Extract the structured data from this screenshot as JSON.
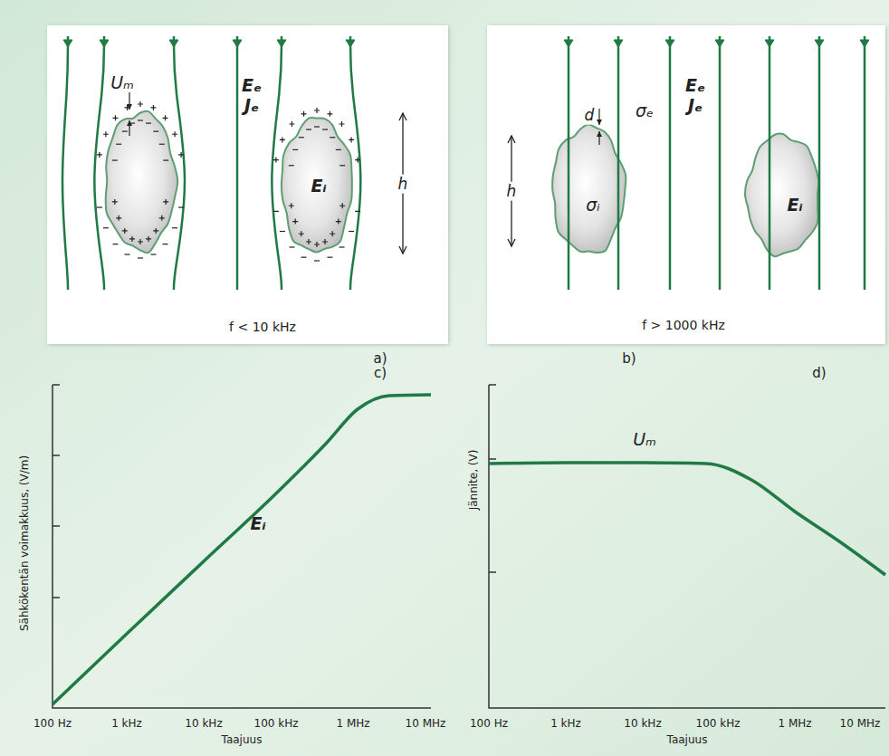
{
  "diagram": {
    "labels": [
      "Uₘ",
      "Eₑ",
      "Jₑ",
      "Eᵢ",
      "h",
      "f < 10 kHz",
      "a)",
      "d",
      "σₑ",
      "Eₑ",
      "Jₑ",
      "h",
      "σᵢ",
      "Eᵢ",
      "f > 1000 kHz",
      "b)",
      "Sähkökentän voimakkuus, (V/m)",
      "Eᵢ",
      "100 Hz",
      "1 kHz",
      "10 kHz",
      "100 kHz",
      "1 MHz",
      "10 MHz",
      "Taajuus",
      "c)",
      "Jännite, (V)",
      "Uₘ",
      "100 Hz",
      "1 kHz",
      "10 kHz",
      "100 kHz",
      "1 MHz",
      "10 MHz",
      "Taajuus",
      "d)"
    ]
  }
}
